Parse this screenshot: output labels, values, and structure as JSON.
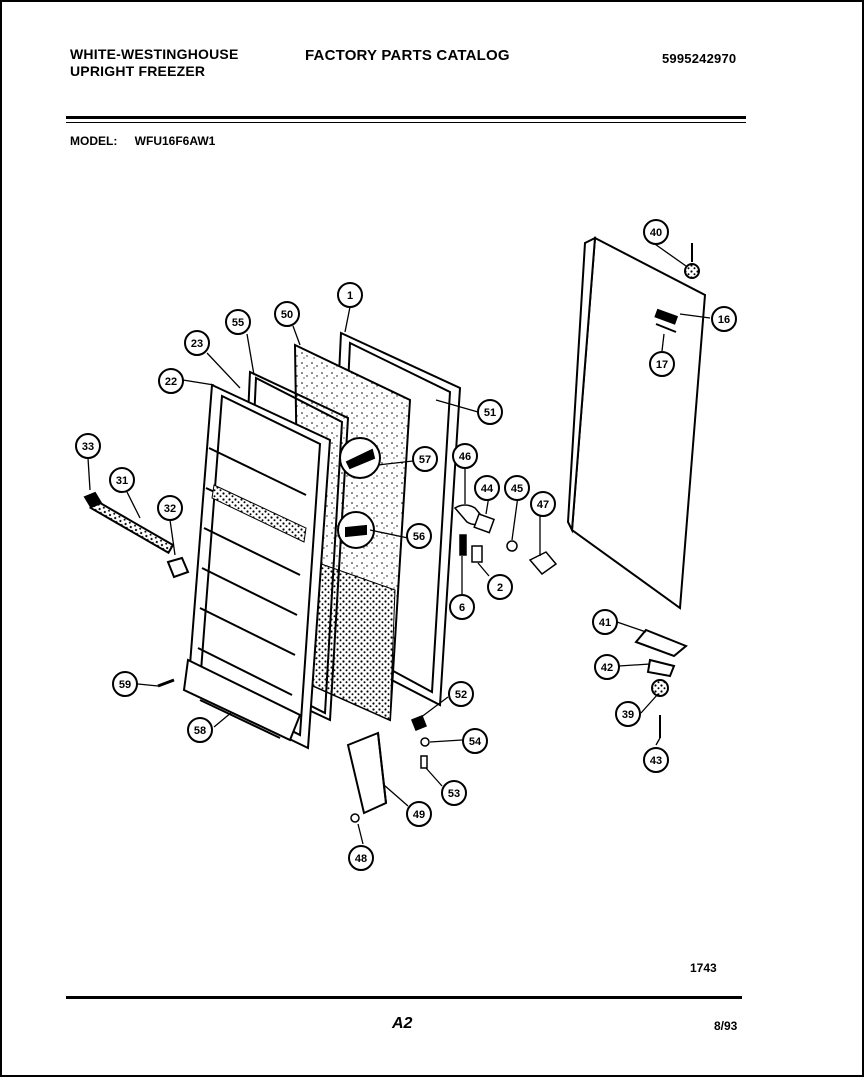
{
  "header": {
    "brand": "WHITE-WESTINGHOUSE",
    "product_type": "UPRIGHT FREEZER",
    "catalog_title": "FACTORY PARTS CATALOG",
    "part_number": "5995242970"
  },
  "model": {
    "label": "MODEL:",
    "value": "WFU16F6AW1"
  },
  "diagram": {
    "callouts": [
      "1",
      "16",
      "17",
      "2",
      "22",
      "23",
      "31",
      "32",
      "33",
      "39",
      "40",
      "41",
      "42",
      "43",
      "44",
      "45",
      "46",
      "47",
      "48",
      "49",
      "50",
      "51",
      "52",
      "53",
      "54",
      "55",
      "56",
      "57",
      "58",
      "59",
      "6"
    ]
  },
  "footer": {
    "figure_number": "1743",
    "page_label": "A2",
    "date": "8/93"
  }
}
